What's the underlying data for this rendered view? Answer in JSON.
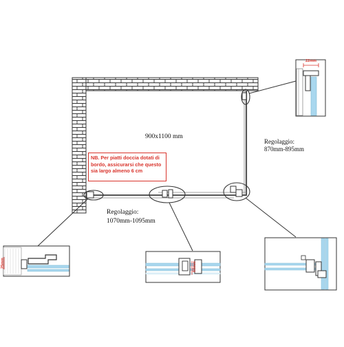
{
  "diagram": {
    "dimensions_label": "900x1100 mm",
    "right_adjustment": {
      "title": "Regolaggio:",
      "range": "870mm-895mm"
    },
    "bottom_adjustment": {
      "title": "Regolaggio:",
      "range": "1070mm-1095mm"
    },
    "note": "NB. Per piatti doccia dotati di bordo, assicurarsi che questo sia largo almeno 6 cm",
    "details": {
      "top_right": {
        "measure": "22mm"
      },
      "bottom_left": {
        "measure": "25mm"
      },
      "bottom_middle": {
        "measure": "60mm"
      }
    },
    "colors": {
      "note_red": "#d9332b",
      "glass_blue": "#a9d7ee",
      "wall_line": "#333333"
    }
  }
}
